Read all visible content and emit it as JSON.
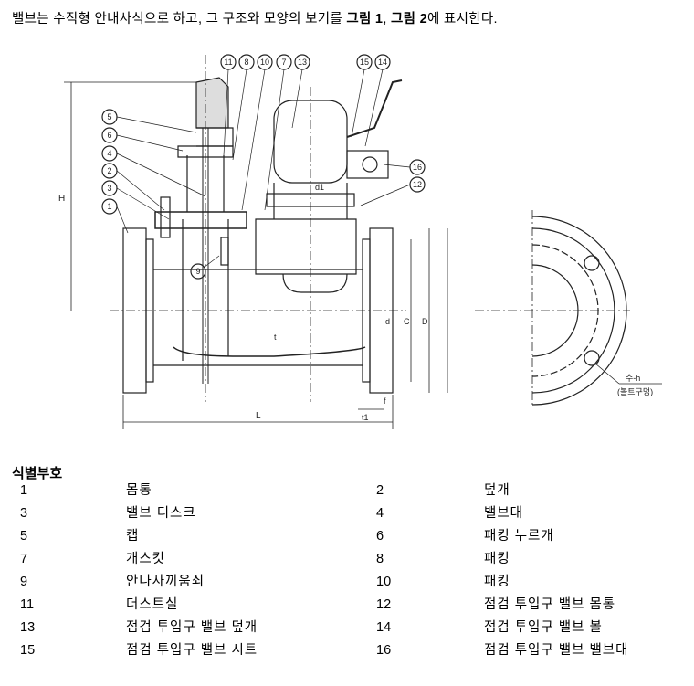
{
  "intro": {
    "text_before": "밸브는 수직형 안내사식으로 하고, 그 구조와 모양의 보기를 ",
    "fig1": "그림 1",
    "comma": ", ",
    "fig2": "그림 2",
    "text_after": "에 표시한다."
  },
  "figure": {
    "callouts": [
      "1",
      "2",
      "3",
      "4",
      "5",
      "6",
      "7",
      "8",
      "9",
      "10",
      "11",
      "12",
      "13",
      "14",
      "15",
      "16"
    ],
    "dims": {
      "H": "H",
      "L": "L",
      "D": "D",
      "C": "C",
      "d": "d",
      "t": "t",
      "t1": "t1",
      "f": "f",
      "d1": "d1"
    },
    "bolt_label_1": "수-h",
    "bolt_label_2": "(볼트구멍)"
  },
  "legend": {
    "title": "식별부호",
    "items": [
      {
        "num": "1",
        "label": "몸통"
      },
      {
        "num": "2",
        "label": "덮개"
      },
      {
        "num": "3",
        "label": "밸브 디스크"
      },
      {
        "num": "4",
        "label": "밸브대"
      },
      {
        "num": "5",
        "label": "캡"
      },
      {
        "num": "6",
        "label": "패킹 누르개"
      },
      {
        "num": "7",
        "label": "개스킷"
      },
      {
        "num": "8",
        "label": "패킹"
      },
      {
        "num": "9",
        "label": "안나사끼움쇠"
      },
      {
        "num": "10",
        "label": "패킹"
      },
      {
        "num": "11",
        "label": "더스트실"
      },
      {
        "num": "12",
        "label": "점검 투입구 밸브 몸통"
      },
      {
        "num": "13",
        "label": "점검 투입구 밸브 덮개"
      },
      {
        "num": "14",
        "label": "점검 투입구 밸브 볼"
      },
      {
        "num": "15",
        "label": "점검 투입구 밸브 시트"
      },
      {
        "num": "16",
        "label": "점검 투입구 밸브 밸브대"
      }
    ]
  }
}
